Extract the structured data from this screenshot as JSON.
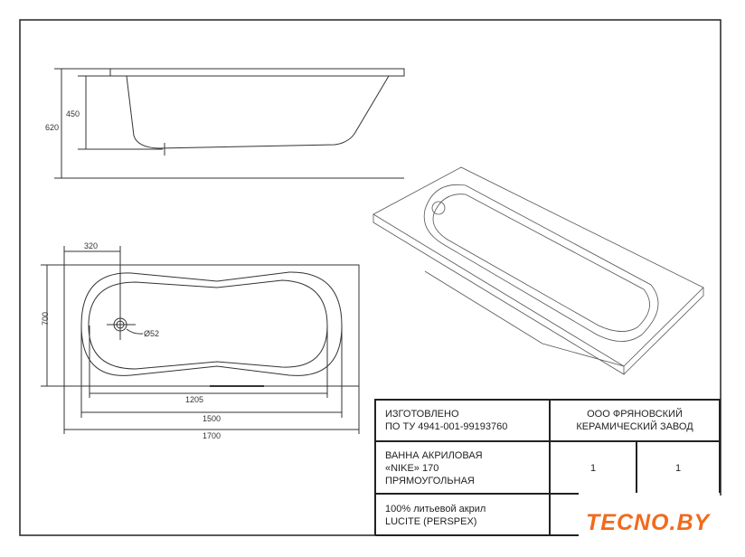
{
  "side_view": {
    "dim_total_height": "620",
    "dim_bowl_height": "450"
  },
  "plan_view": {
    "dim_drain_offset": "320",
    "dim_width": "700",
    "dim_drain_diameter": "Ø52",
    "dim_inner_length": "1205",
    "dim_bowl_length": "1500",
    "dim_total_length": "1700"
  },
  "title_block": {
    "made_by": [
      "ИЗГОТОВЛЕНО",
      "ПО ТУ 4941-001-99193760"
    ],
    "manufacturer": [
      "ООО ФРЯНОВСКИЙ",
      "КЕРАМИЧЕСКИЙ ЗАВОД"
    ],
    "product": [
      "ВАННА АКРИЛОВАЯ",
      "«NIKE» 170",
      "ПРЯМОУГОЛЬНАЯ"
    ],
    "qty_1": "1",
    "qty_2": "1",
    "material": [
      "100% литьевой акрил",
      "LUCITE (PERSPEX)"
    ]
  },
  "logo": {
    "text": "TECNO.BY",
    "color": "#f26a1b"
  }
}
